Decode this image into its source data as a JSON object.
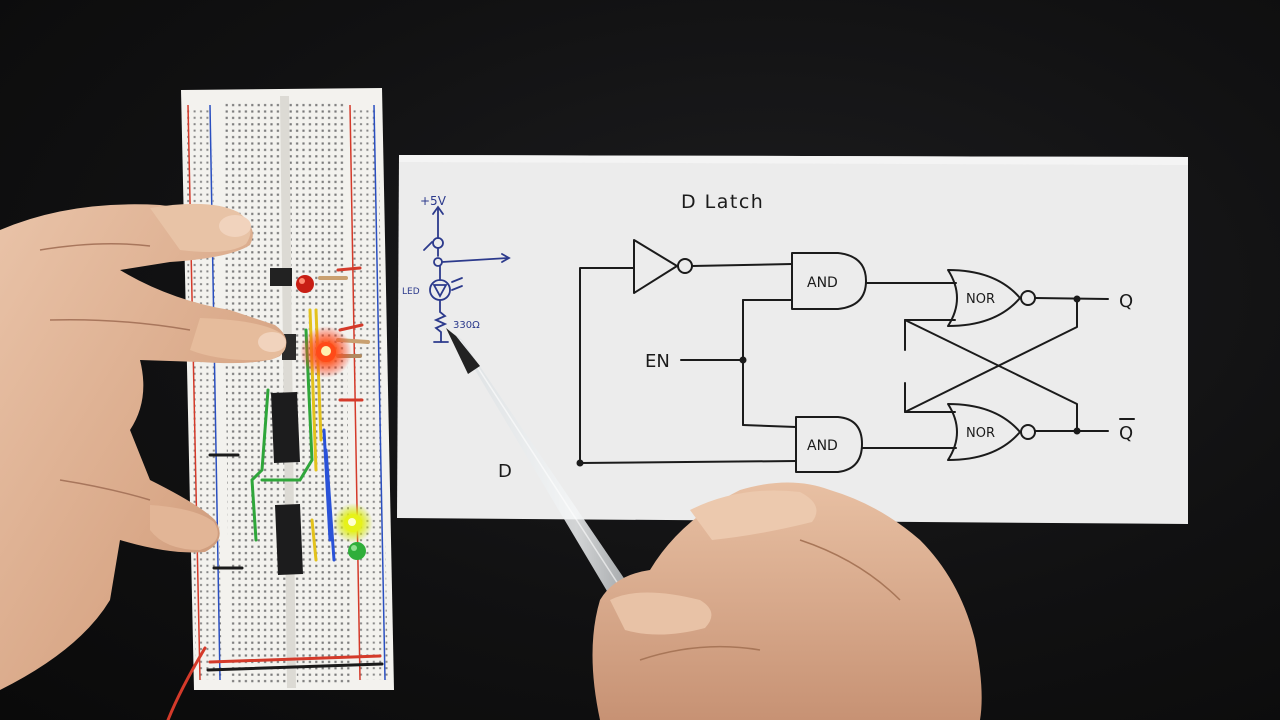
{
  "diagram": {
    "title": "D Latch",
    "inputs": {
      "enable": "EN",
      "data": "D"
    },
    "outputs": {
      "q": "Q",
      "q_bar": "Q"
    },
    "gates": {
      "and_top": "AND",
      "and_bottom": "AND",
      "nor_top": "NOR",
      "nor_bottom": "NOR"
    },
    "led_circuit": {
      "supply": "+5V",
      "led_label": "LED",
      "resistor": "330Ω"
    }
  },
  "colors": {
    "paper": "#ececec",
    "ink": "#1b1b1b",
    "blue_ink": "#2c3a8c",
    "led_red_on": "#ff3a1e",
    "led_yellow_on": "#e6f21a",
    "led_green": "#2fae3a"
  }
}
